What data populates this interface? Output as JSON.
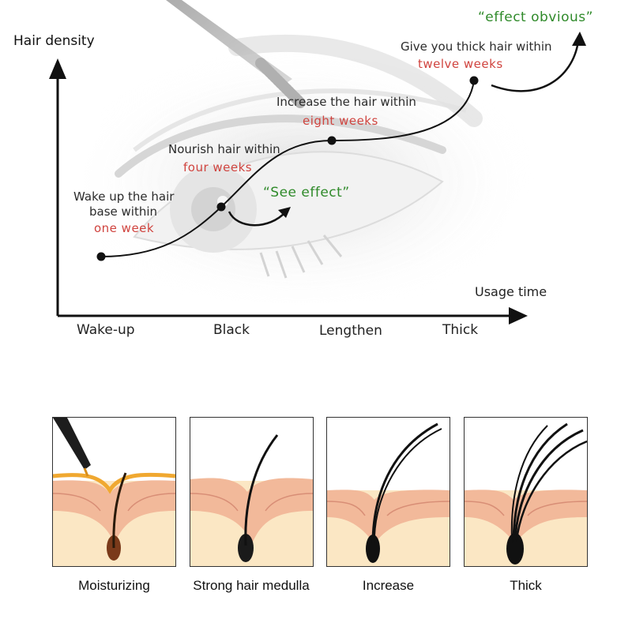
{
  "diagram": {
    "axis_y_title": "Hair density",
    "axis_x_title": "Usage time",
    "x_ticks": [
      "Wake-up",
      "Black",
      "Lengthen",
      "Thick"
    ],
    "stages": [
      {
        "line1": "Wake up the hair",
        "line2": "base within",
        "period": "one week"
      },
      {
        "line1": "Nourish hair within",
        "period": "four weeks"
      },
      {
        "line1": "Increase the hair within",
        "period": "eight weeks"
      },
      {
        "line1": "Give you thick hair within",
        "period": "twelve weeks"
      }
    ],
    "callouts": {
      "see_effect": "“See effect”",
      "effect_obvious": "“effect obvious”"
    },
    "colors": {
      "accent_red": "#d0443f",
      "accent_green": "#2f8a2a",
      "ink": "#111111"
    }
  },
  "panels": [
    {
      "caption": "Moisturizing"
    },
    {
      "caption": "Strong hair medulla"
    },
    {
      "caption": "Increase"
    },
    {
      "caption": "Thick"
    }
  ]
}
